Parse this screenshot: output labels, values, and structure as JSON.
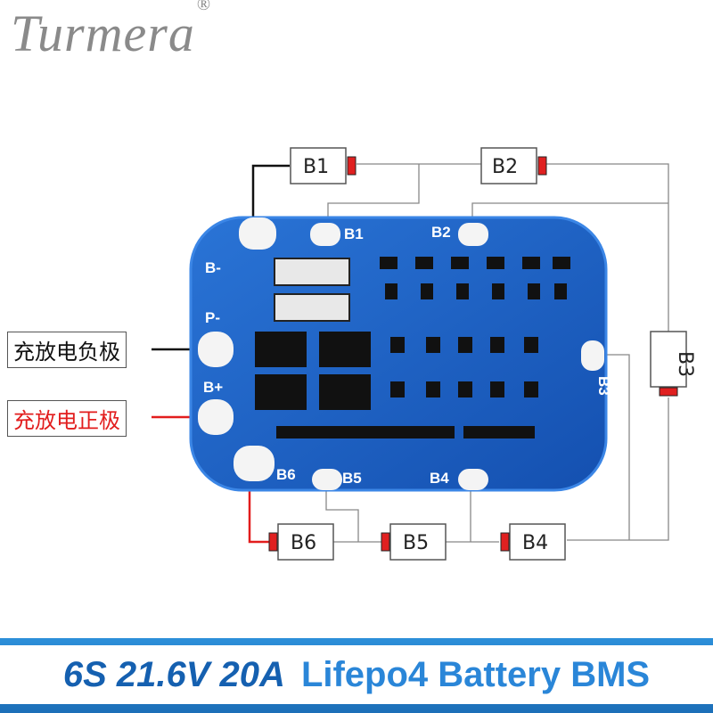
{
  "brand": {
    "name": "Turmera",
    "registered_mark": "®"
  },
  "callouts": {
    "negative": "充放电负极",
    "positive": "充放电正极"
  },
  "board": {
    "pads": [
      "B-",
      "P-",
      "B+",
      "B1",
      "B2",
      "B3",
      "B4",
      "B5",
      "B6"
    ]
  },
  "cells": [
    "B1",
    "B2",
    "B3",
    "B4",
    "B5",
    "B6"
  ],
  "banner": {
    "spec": "6S 21.6V 20A",
    "title": "Lifepo4 Battery BMS"
  },
  "colors": {
    "board": "#1e63c8",
    "board_edge": "#3b86e6",
    "wire_black": "#111111",
    "wire_red": "#e21d1d",
    "wire_gray": "#888888",
    "cell_terminal": "#e02020",
    "banner": "#2a86d8"
  }
}
